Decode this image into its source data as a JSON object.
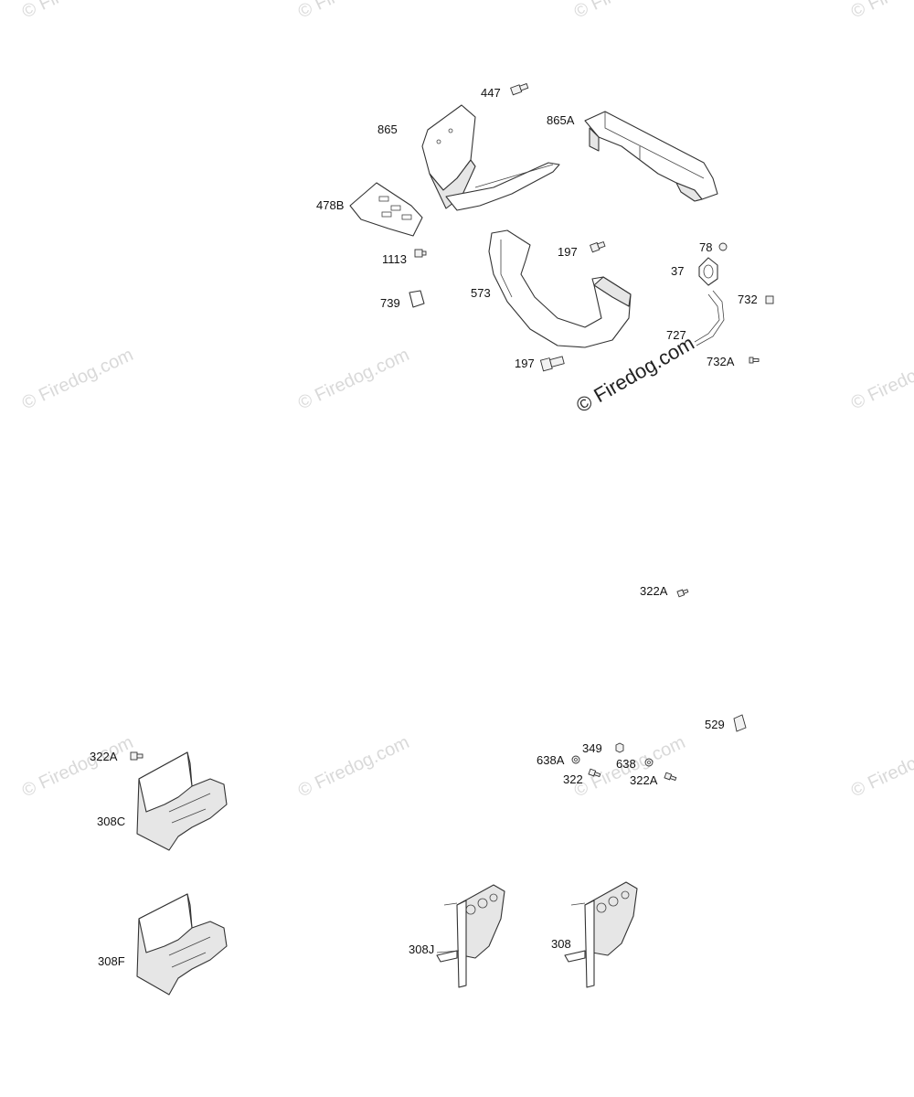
{
  "watermark": {
    "text": "© Firedog.com"
  },
  "labels": {
    "p447": "447",
    "p865": "865",
    "p865A": "865A",
    "p478B": "478B",
    "p1113": "1113",
    "p197a": "197",
    "p78": "78",
    "p37": "37",
    "p739": "739",
    "p573": "573",
    "p732": "732",
    "p727": "727",
    "p197b": "197",
    "p732A": "732A",
    "p322A_mid": "322A",
    "p322A_left": "322A",
    "p308C": "308C",
    "p529": "529",
    "p349": "349",
    "p638A": "638A",
    "p638": "638",
    "p322": "322",
    "p322A_right": "322A",
    "p308F": "308F",
    "p308J": "308J",
    "p308": "308"
  }
}
